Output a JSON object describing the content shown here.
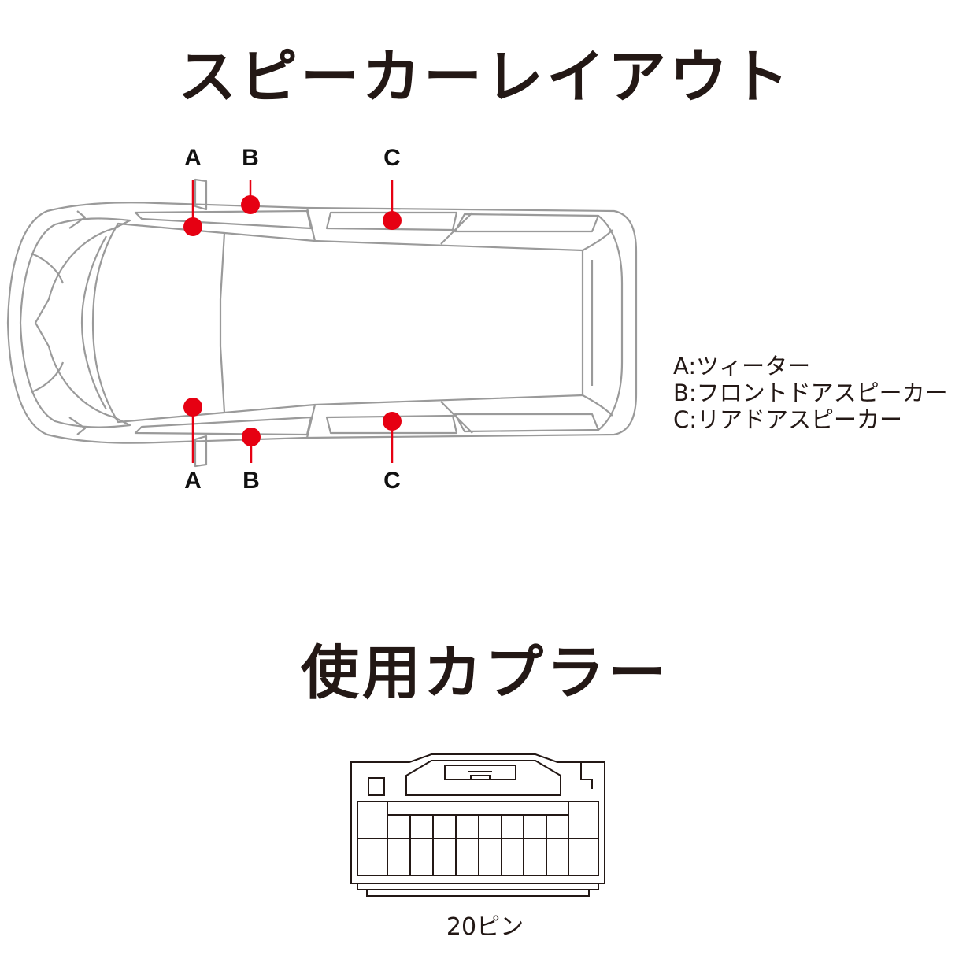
{
  "speaker_layout": {
    "title": "スピーカーレイアウト",
    "top_labels": [
      "A",
      "B",
      "C"
    ],
    "bottom_labels": [
      "A",
      "B",
      "C"
    ],
    "marker_color": "#e60012",
    "legend": [
      "A:ツィーター",
      "B:フロントドアスピーカー",
      "C:リアドアスピーカー"
    ]
  },
  "coupler": {
    "title": "使用カプラー",
    "pin_label": "20ピン"
  }
}
